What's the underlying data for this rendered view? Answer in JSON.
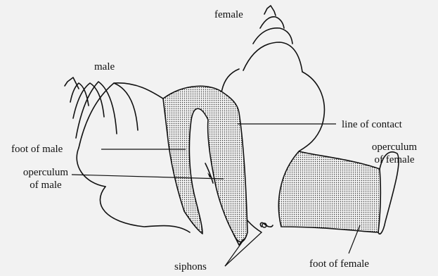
{
  "labels": {
    "female": "female",
    "male": "male",
    "line_of_contact": "line of contact",
    "foot_of_male": "foot of male",
    "operculum_of_male_1": "operculum",
    "operculum_of_male_2": "of male",
    "operculum_of_female_1": "operculum",
    "operculum_of_female_2": "of female",
    "siphons": "siphons",
    "foot_of_female": "foot of female"
  }
}
